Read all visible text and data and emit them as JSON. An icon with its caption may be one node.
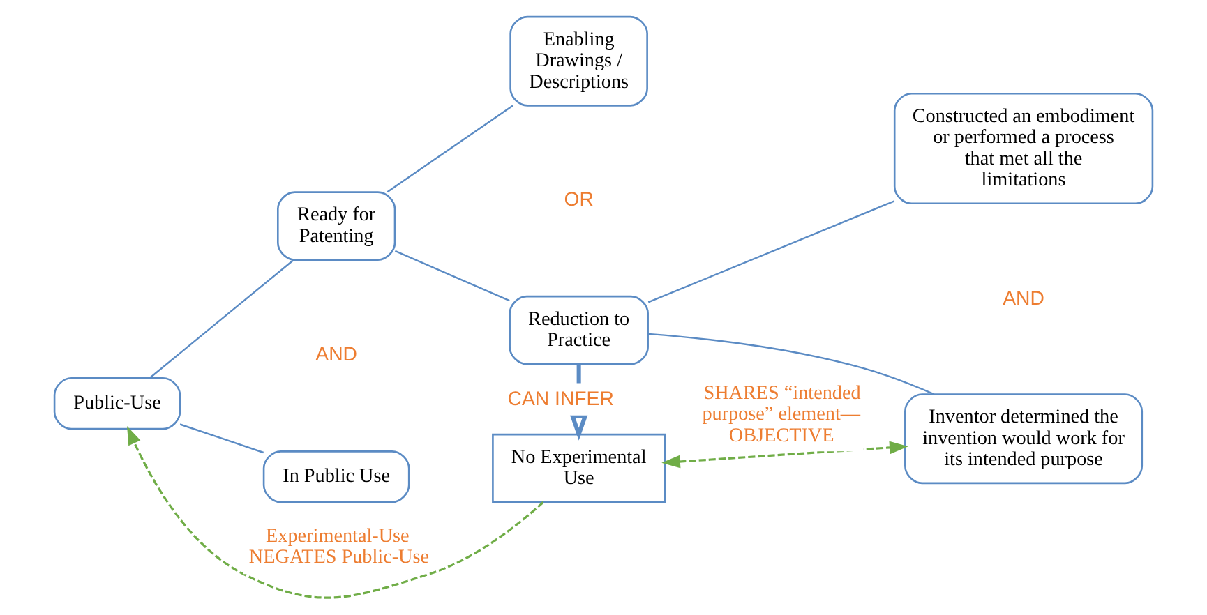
{
  "diagram": {
    "nodes": [
      {
        "text": [
          "Public-Use"
        ]
      },
      {
        "text": [
          "Ready for Patenting"
        ]
      },
      {
        "text": [
          "In Public Use"
        ]
      },
      {
        "text": [
          "Enabling Drawings / Descriptions"
        ]
      },
      {
        "text": [
          "Reduction to Practice"
        ]
      },
      {
        "text": [
          "Constructed an embodiment or performed a process that met all the limitations"
        ]
      },
      {
        "text": [
          "Inventor determined the invention would work for its intended purpose"
        ]
      },
      {
        "text": [
          "No Experimental Use"
        ]
      }
    ],
    "edges": [
      {
        "from": 0,
        "to": 1,
        "arrow": "none"
      },
      {
        "from": 0,
        "to": 2,
        "arrow": "none"
      },
      {
        "from": 1,
        "to": 3,
        "arrow": "none"
      },
      {
        "from": 1,
        "to": 4,
        "arrow": "none"
      },
      {
        "from": 4,
        "to": 5,
        "arrow": "none"
      },
      {
        "from": 4,
        "to": 6,
        "arrow": "none"
      },
      {
        "from": 4,
        "to": 7,
        "arrow": "to",
        "label": "CAN INFER",
        "style": "thick"
      },
      {
        "from": 7,
        "to": 0,
        "arrow": "to",
        "label": "Experimental-Use NEGATES Public-Use",
        "style": "dashed",
        "color": "#70ad47"
      },
      {
        "from": 7,
        "to": 6,
        "arrow": "both",
        "label": "SHARES “intended purpose” element— OBJECTIVE",
        "style": "dashed",
        "color": "#70ad47"
      }
    ],
    "labels": [
      "OR",
      "AND",
      "AND"
    ]
  }
}
